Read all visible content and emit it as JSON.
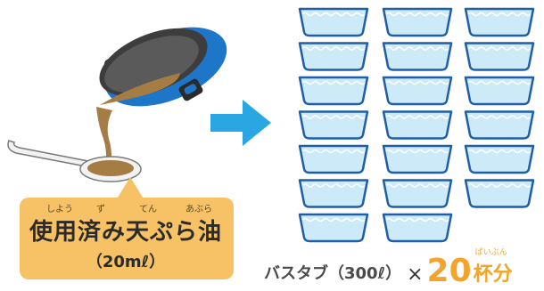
{
  "oil_label": {
    "ruby": [
      "しよう",
      "ず",
      "てん",
      "あぶら"
    ],
    "text": "使用済み天ぷら油",
    "volume": "（20mℓ）"
  },
  "caption": {
    "tub_text": "バスタブ（300ℓ）",
    "times": "×",
    "count": "20",
    "unit": "杯分",
    "unit_ruby": "ぱいぶん"
  },
  "colors": {
    "pan_body": "#1e76c8",
    "pan_inner": "#4a4a4a",
    "oil": "#a67c45",
    "label_bg": "#f7c266",
    "arrow": "#2aa6e2",
    "tub_fill": "#cdeaf9",
    "tub_stroke": "#1f5ea8",
    "highlight": "#f3a42b"
  },
  "tubs": {
    "columns": [
      7,
      7,
      6
    ]
  }
}
